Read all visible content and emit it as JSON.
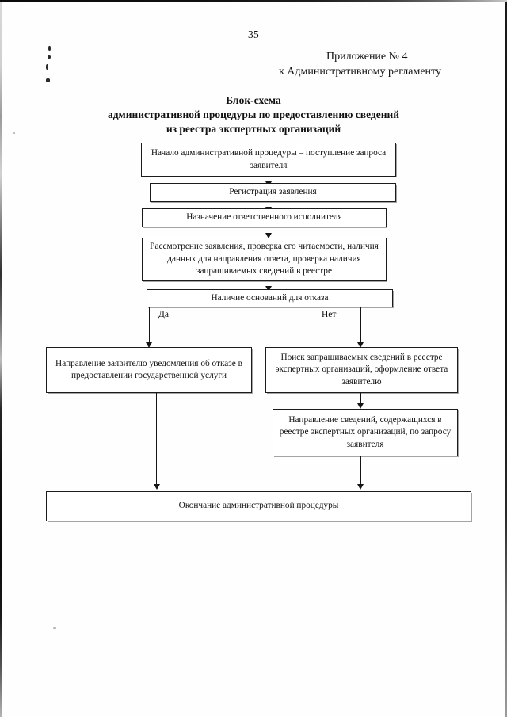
{
  "document": {
    "page_number": "35",
    "appendix_line_1": "Приложение № 4",
    "appendix_line_2": "к Административному регламенту",
    "title_line_1": "Блок-схема",
    "title_line_2": "административной процедуры по предоставлению сведений",
    "title_line_3": "из реестра экспертных организаций"
  },
  "flowchart": {
    "nodes": {
      "start": "Начало административной процедуры – поступление запроса заявителя",
      "registration": "Регистрация заявления",
      "assignment": "Назначение ответственного исполнителя",
      "review": "Рассмотрение заявления, проверка его читаемости, наличия данных для направления ответа, проверка наличия запрашиваемых сведений в реестре",
      "decision": "Наличие оснований для отказа",
      "refusal": "Направление заявителю уведомления об отказе в предоставлении государственной услуги",
      "search": "Поиск запрашиваемых сведений в реестре экспертных организаций, оформление ответа заявителю",
      "send_info": "Направление сведений, содержащихся в реестре экспертных организаций, по запросу заявителя",
      "end": "Окончание административной процедуры"
    },
    "branch_labels": {
      "yes": "Да",
      "no": "Нет"
    }
  }
}
